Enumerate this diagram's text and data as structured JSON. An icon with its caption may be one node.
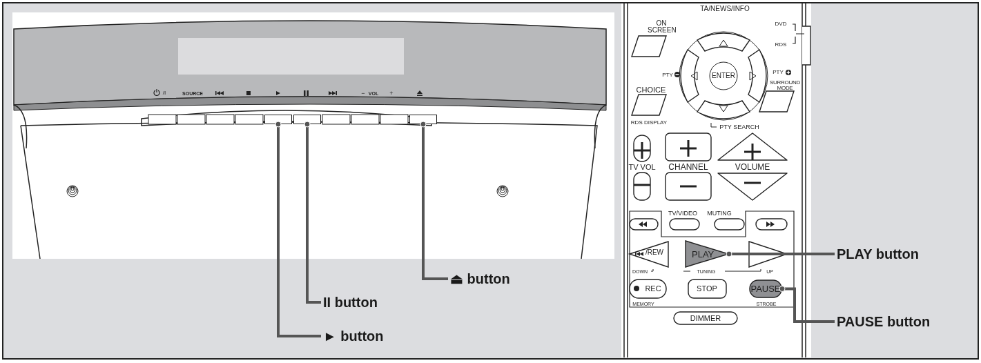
{
  "diagram": {
    "nodes": [
      {
        "text": [],
        "shape": "box"
      },
      {
        "text": [],
        "shape": "box"
      },
      {
        "text": [],
        "shape": "box"
      },
      {
        "text": [
          "PLAY"
        ]
      },
      {
        "text": [
          "PAUSE"
        ]
      },
      {
        "text": [
          "⏏ button"
        ]
      },
      {
        "text": [
          "II button"
        ]
      },
      {
        "text": [
          "► button"
        ]
      },
      {
        "text": [
          "PLAY button"
        ]
      },
      {
        "text": [
          "PAUSE button"
        ]
      }
    ],
    "edges": [
      {
        "from": 5,
        "to": 2,
        "arrow": "other"
      },
      {
        "from": 6,
        "to": 1,
        "arrow": "other"
      },
      {
        "from": 7,
        "to": 0,
        "arrow": "other"
      },
      {
        "from": 8,
        "to": 3,
        "arrow": "other"
      },
      {
        "from": 9,
        "to": 4,
        "arrow": "other"
      }
    ],
    "labels": [
      "/I",
      "SOURCE",
      "−",
      "VOL",
      "+",
      "TA/NEWS/INFO",
      "ON SCREEN",
      "DVD",
      "RDS",
      "PTY",
      "ENTER",
      "PTY",
      "SURROUND MODE",
      "CHOICE",
      "RDS DISPLAY",
      "PTY SEARCH",
      "TV VOL",
      "CHANNEL",
      "VOLUME",
      "TV/VIDEO",
      "MUTING",
      "/REW",
      "DOWN",
      "TUNING",
      "UP",
      "REC",
      "STOP",
      "MEMORY",
      "STROBE",
      "DIMMER"
    ]
  }
}
